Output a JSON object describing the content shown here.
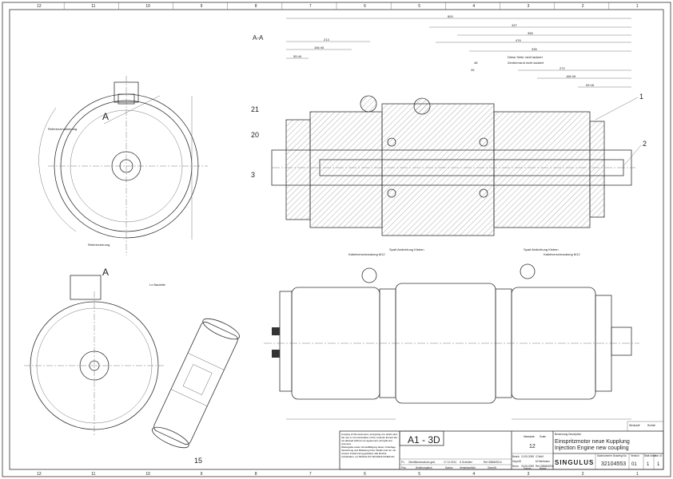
{
  "zones": [
    "12",
    "11",
    "10",
    "9",
    "8",
    "7",
    "6",
    "5",
    "4",
    "3",
    "2",
    "1"
  ],
  "section_label": "A-A",
  "view_marker": "A",
  "dims_top": {
    "d800": "800",
    "d437": "437",
    "d355": "355",
    "d476": "476",
    "d335": "335",
    "d272": "272",
    "d166a": "166 h5",
    "d99": "99 h5",
    "d213": "213",
    "d166b": "166 h5",
    "d55": "55 h5",
    "d48": "48",
    "d26": "26"
  },
  "notes": {
    "n1": "Diese Seite nicht lackiert",
    "n2": "Zentrierrand nicht lackiert",
    "spalt1": "Spalt Abdichtung Kleben",
    "spalt2": "Spalt Abdichtung Kleben",
    "kabel1": "Kabelverschraubung M12",
    "kabel2": "Kabelverschraubung M12",
    "ref": "Referenzmarkierung",
    "ruck": "Referenzierung",
    "lse": "Lx Bauteile"
  },
  "balloons": [
    "1",
    "2",
    "3",
    "20",
    "21",
    "15"
  ],
  "title_block": {
    "copyright_en": "Copying of this document, and giving it to others and the use or communication of the contents thereof are not allowed without our agreement; all rights are reserved.",
    "copyright_de": "Weitergabe sowie Vervielfältigung dieser Unterlage, Verwertung und Mitteilung ihres Inhalts sind nur mit unserer Zustimmung gestattet; alle Rechte vorbehalten. (c) SINGULUS TECHNOLOGIES AG",
    "format": "A1 - 3D",
    "scale_label": "Massstab",
    "scale_label2": "Scale",
    "scale": "12",
    "desc_label": "Benennung Description",
    "title_de": "Einspritzmotor neue Kupplung",
    "title_en": "Injection Engine new coupling",
    "drawing_no_label": "Sachnummer Drawing No.",
    "drawing_no": "32104553",
    "version_label": "Version",
    "version": "01",
    "sheet_label": "Blatt sheet",
    "sheet": "1",
    "of_label": "von of",
    "of": "1",
    "logo": "SINGULUS",
    "rev_row": "P1",
    "rev_text": "Oberflächenschutz geä.",
    "rev_date": "17.12.2014",
    "rev_by": "K.Schröder",
    "rev_ok": "Ref.32868/2014",
    "rev_hdr": [
      "Pos.",
      "Änderungstext",
      "Datum",
      "Verantwortlich",
      "Geprüft"
    ],
    "bearb": "Bearb.",
    "gepr": "Geprüft",
    "norm": "Norm",
    "datum": "Datum",
    "name": "Name",
    "bearb_date": "12.05.2008",
    "bearb_name": "G.Wolf",
    "gepr_name": "M.Sahlmann",
    "norm_date": "20.05.2008",
    "norm_name": "Ref.32868/2008",
    "werk_a": "Werkstoff",
    "werk_b": "Rohteil"
  }
}
